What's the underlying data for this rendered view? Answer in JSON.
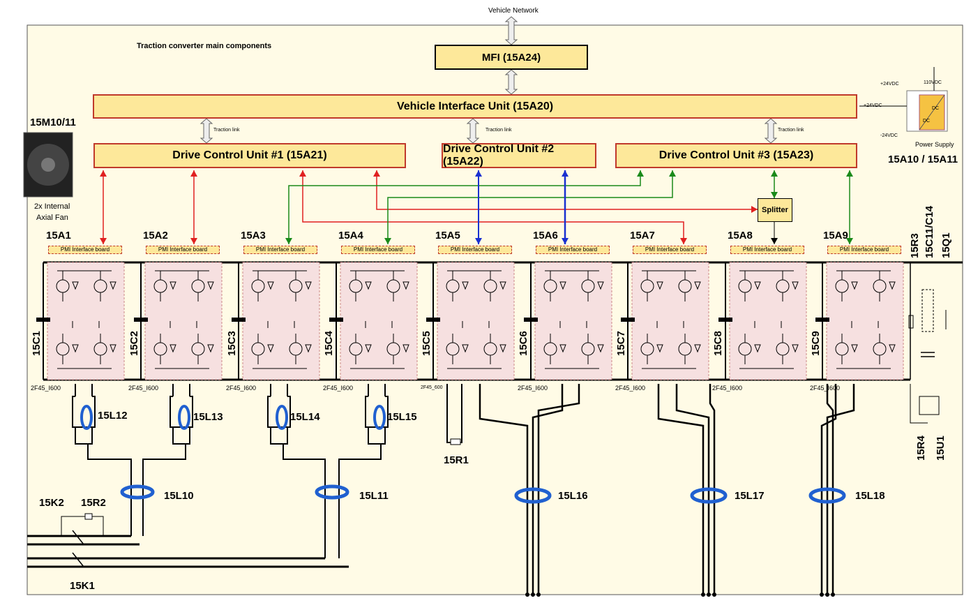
{
  "network_label": "Vehicle Network",
  "title": "Traction converter main components",
  "mfi": "MFI (15A24)",
  "viu": "Vehicle Interface Unit (15A20)",
  "dcu": [
    "Drive Control Unit #1 (15A21)",
    "Drive Control Unit #2 (15A22)",
    "Drive Control Unit #3 (15A23)"
  ],
  "traction_link": "Traction link",
  "splitter": "Splitter",
  "fan": {
    "id": "15M10/11",
    "desc1": "2x Internal",
    "desc2": "Axial Fan"
  },
  "power_supply": {
    "label": "Power Supply",
    "id": "15A10 / 15A11",
    "v110": "110VDC",
    "p24": "+24VDC",
    "n24": "-24VDC",
    "dc": "DC"
  },
  "modules": [
    {
      "id": "15A1",
      "cap": "15C1",
      "fuse": "2F45_I600"
    },
    {
      "id": "15A2",
      "cap": "15C2",
      "fuse": "2F45_I600"
    },
    {
      "id": "15A3",
      "cap": "15C3",
      "fuse": "2F45_I600"
    },
    {
      "id": "15A4",
      "cap": "15C4",
      "fuse": "2F45_I600"
    },
    {
      "id": "15A5",
      "cap": "15C5",
      "fuse": "2F45_600"
    },
    {
      "id": "15A6",
      "cap": "15C6",
      "fuse": "2F45_I600"
    },
    {
      "id": "15A7",
      "cap": "15C7",
      "fuse": "2F45_I600"
    },
    {
      "id": "15A8",
      "cap": "15C8",
      "fuse": "2F45_I600"
    },
    {
      "id": "15A9",
      "cap": "15C9",
      "fuse": "2F45_I600"
    }
  ],
  "pmi_label": "PMI Interface board",
  "right_labels": [
    "15R3",
    "15C11/C14",
    "15Q1",
    "15R4",
    "15U1"
  ],
  "inductors": [
    "15L12",
    "15L13",
    "15L14",
    "15L15",
    "15L10",
    "15L11",
    "15L16",
    "15L17",
    "15L18"
  ],
  "resistor": "15R1",
  "bottom": {
    "k2": "15K2",
    "r2": "15R2",
    "k1": "15K1"
  },
  "colors": {
    "box_fill": "#fde89a",
    "red_link": "#e02020",
    "green_link": "#1a8a1a",
    "blue_link": "#1a30d0",
    "module_fill": "#f6e0e0",
    "inductor": "#2060d0"
  }
}
